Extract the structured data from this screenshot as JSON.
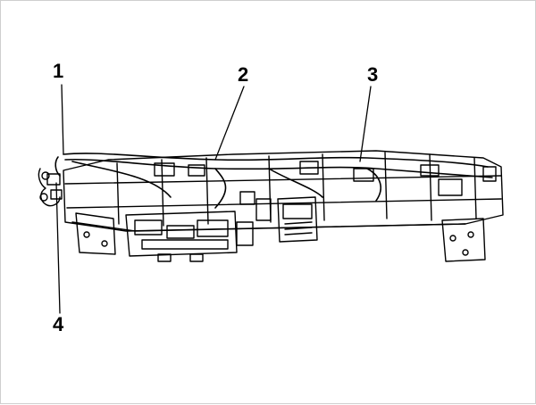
{
  "callouts": [
    {
      "id": "1",
      "label": "1"
    },
    {
      "id": "2",
      "label": "2"
    },
    {
      "id": "3",
      "label": "3"
    },
    {
      "id": "4",
      "label": "4"
    }
  ],
  "colors": {
    "line": "#000000",
    "background": "#ffffff",
    "frame": "#cfcfcf"
  }
}
